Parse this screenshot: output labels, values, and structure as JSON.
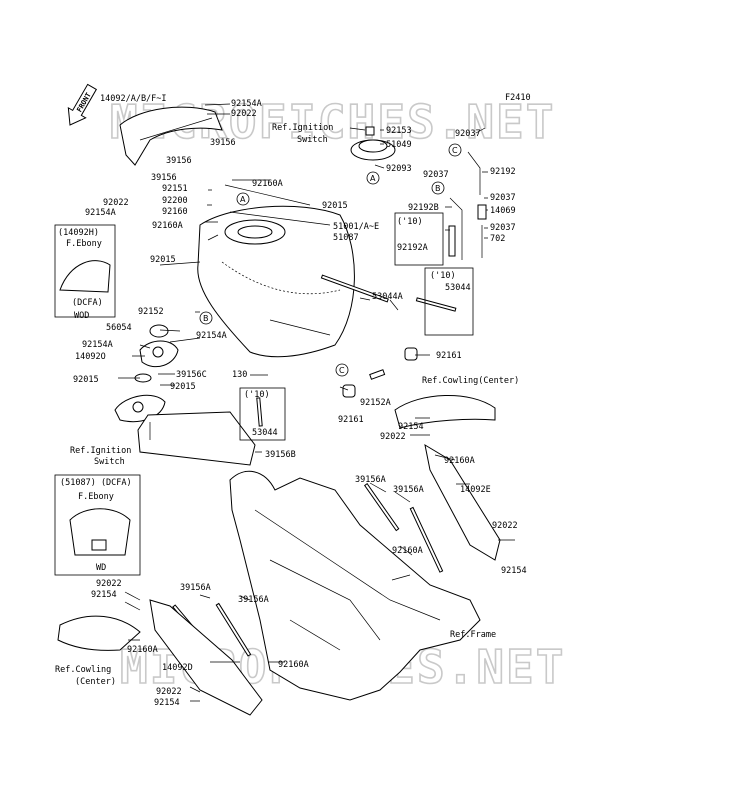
{
  "figure_code": "F2410",
  "watermark": "MICROFICHES.NET",
  "parts": [
    {
      "id": "p1",
      "text": "14092/A/B/F~I"
    },
    {
      "id": "p2",
      "text": "92154A"
    },
    {
      "id": "p3",
      "text": "92022"
    },
    {
      "id": "p4",
      "text": "39156"
    },
    {
      "id": "p5",
      "text": "39156"
    },
    {
      "id": "p6",
      "text": "39156"
    },
    {
      "id": "p7",
      "text": "92022"
    },
    {
      "id": "p8",
      "text": "92154A"
    },
    {
      "id": "p9",
      "text": "92151"
    },
    {
      "id": "p10",
      "text": "92200"
    },
    {
      "id": "p11",
      "text": "92160"
    },
    {
      "id": "p12",
      "text": "92160A"
    },
    {
      "id": "p13",
      "text": "92160A"
    },
    {
      "id": "p14",
      "text": "92015"
    },
    {
      "id": "p15",
      "text": "51001/A~E"
    },
    {
      "id": "p16",
      "text": "51087"
    },
    {
      "id": "p17",
      "text": "Ref.Ignition"
    },
    {
      "id": "p18",
      "text": "Switch"
    },
    {
      "id": "p19",
      "text": "92153"
    },
    {
      "id": "p20",
      "text": "51049"
    },
    {
      "id": "p21",
      "text": "92093"
    },
    {
      "id": "p22",
      "text": "92037"
    },
    {
      "id": "p23",
      "text": "92192"
    },
    {
      "id": "p24",
      "text": "92037"
    },
    {
      "id": "p25",
      "text": "92037"
    },
    {
      "id": "p26",
      "text": "14069"
    },
    {
      "id": "p27",
      "text": "92192B"
    },
    {
      "id": "p28",
      "text": "('10)"
    },
    {
      "id": "p29",
      "text": "92192A"
    },
    {
      "id": "p30",
      "text": "92037"
    },
    {
      "id": "p31",
      "text": "702"
    },
    {
      "id": "p32",
      "text": "(14092H)"
    },
    {
      "id": "p33",
      "text": "F.Ebony"
    },
    {
      "id": "p34",
      "text": "(DCFA)"
    },
    {
      "id": "p35",
      "text": "WOD"
    },
    {
      "id": "p36",
      "text": "92015"
    },
    {
      "id": "p37",
      "text": "53044A"
    },
    {
      "id": "p38",
      "text": "('10)"
    },
    {
      "id": "p39",
      "text": "53044"
    },
    {
      "id": "p40",
      "text": "92152"
    },
    {
      "id": "p41",
      "text": "56054"
    },
    {
      "id": "p42",
      "text": "92154A"
    },
    {
      "id": "p43",
      "text": "92154A"
    },
    {
      "id": "p44",
      "text": "14092O"
    },
    {
      "id": "p45",
      "text": "92015"
    },
    {
      "id": "p46",
      "text": "39156C"
    },
    {
      "id": "p47",
      "text": "92015"
    },
    {
      "id": "p48",
      "text": "130"
    },
    {
      "id": "p49",
      "text": "92161"
    },
    {
      "id": "p50",
      "text": "Ref.Cowling(Center)"
    },
    {
      "id": "p51",
      "text": "('10)"
    },
    {
      "id": "p52",
      "text": "53044"
    },
    {
      "id": "p53",
      "text": "92152A"
    },
    {
      "id": "p54",
      "text": "92161"
    },
    {
      "id": "p55",
      "text": "92154"
    },
    {
      "id": "p56",
      "text": "92022"
    },
    {
      "id": "p57",
      "text": "92160A"
    },
    {
      "id": "p58",
      "text": "Ref.Ignition"
    },
    {
      "id": "p59",
      "text": "Switch"
    },
    {
      "id": "p60",
      "text": "39156B"
    },
    {
      "id": "p61",
      "text": "(51087) (DCFA)"
    },
    {
      "id": "p62",
      "text": "F.Ebony"
    },
    {
      "id": "p63",
      "text": "WD"
    },
    {
      "id": "p64",
      "text": "39156A"
    },
    {
      "id": "p65",
      "text": "39156A"
    },
    {
      "id": "p66",
      "text": "14092E"
    },
    {
      "id": "p67",
      "text": "92022"
    },
    {
      "id": "p68",
      "text": "92154"
    },
    {
      "id": "p69",
      "text": "92160A"
    },
    {
      "id": "p70",
      "text": "92022"
    },
    {
      "id": "p71",
      "text": "92154"
    },
    {
      "id": "p72",
      "text": "39156A"
    },
    {
      "id": "p73",
      "text": "39156A"
    },
    {
      "id": "p74",
      "text": "92160A"
    },
    {
      "id": "p75",
      "text": "Ref.Frame"
    },
    {
      "id": "p76",
      "text": "Ref.Cowling"
    },
    {
      "id": "p77",
      "text": "(Center)"
    },
    {
      "id": "p78",
      "text": "14092D"
    },
    {
      "id": "p79",
      "text": "92160A"
    },
    {
      "id": "p80",
      "text": "92022"
    },
    {
      "id": "p81",
      "text": "92154"
    }
  ],
  "callouts": [
    "A",
    "A",
    "B",
    "B",
    "C",
    "C"
  ],
  "front_label": "FRONT"
}
